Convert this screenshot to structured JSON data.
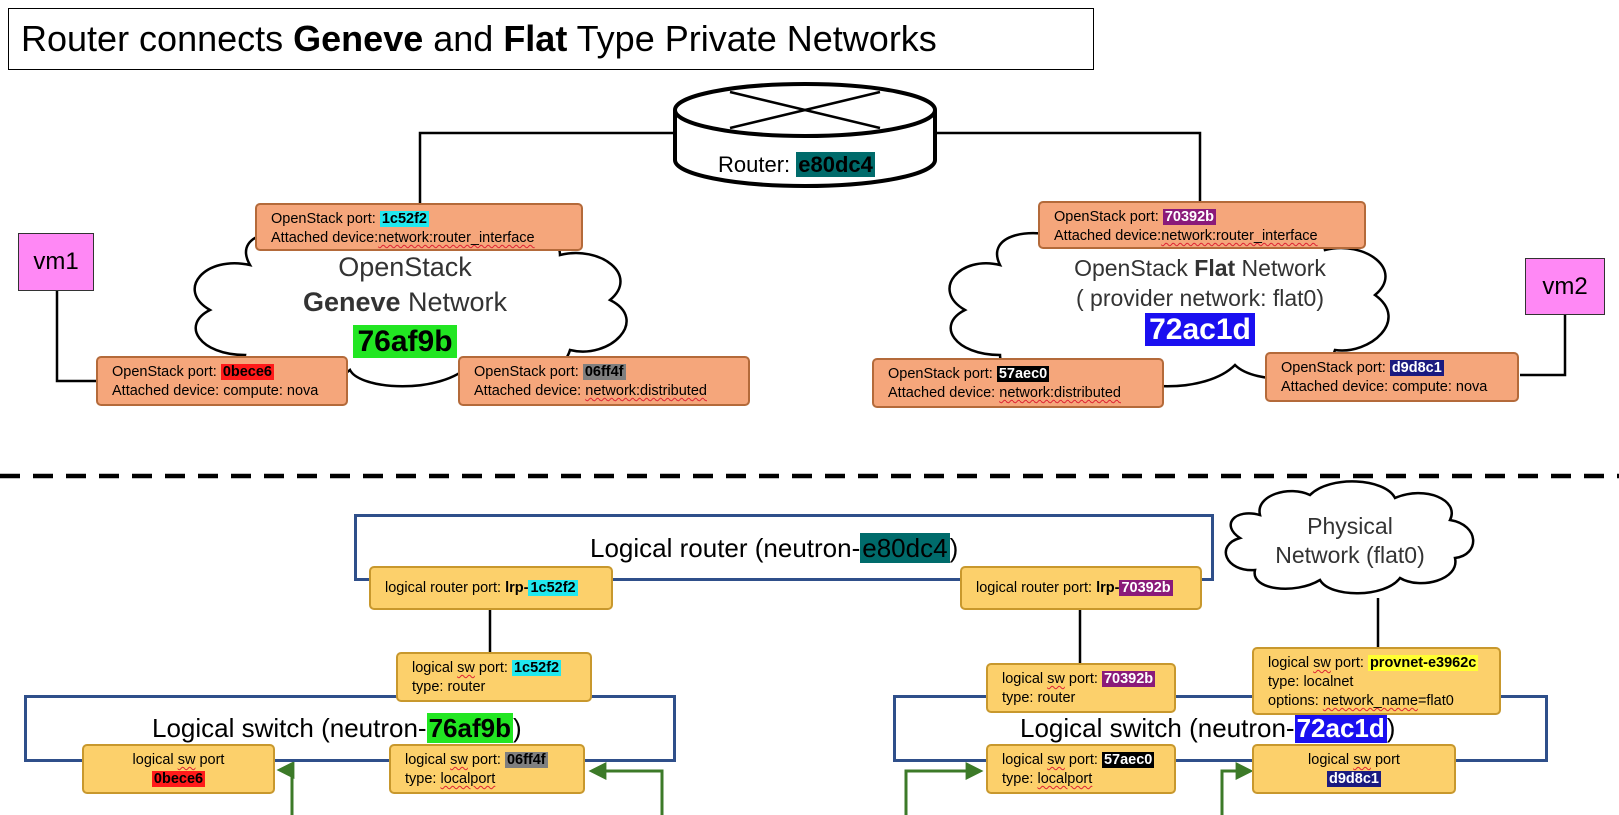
{
  "title": {
    "prefix": "Router connects ",
    "geneve": "Geneve",
    "and": " and ",
    "flat": "Flat",
    "suffix": " Type Private Networks"
  },
  "router": {
    "label": "Router: ",
    "id": "e80dc4",
    "id_color": "#006b6b"
  },
  "vms": {
    "vm1": "vm1",
    "vm2": "vm2"
  },
  "geneve_network": {
    "line1": "OpenStack",
    "line2_bold": "Geneve",
    "line2_rest": " Network",
    "id": "76af9b",
    "id_color": "#22e622"
  },
  "flat_network": {
    "line1_a": "OpenStack ",
    "line1_bold": "Flat",
    "line1_b": " Network",
    "line2": "( provider network: flat0)",
    "id": "72ac1d",
    "id_color": "#1a0ff0"
  },
  "openstack_ports": {
    "router_geneve": {
      "label": "OpenStack port: ",
      "id": "1c52f2",
      "dev_label": "Attached device:",
      "dev_value": "network:router_interface"
    },
    "router_flat": {
      "label": "OpenStack port: ",
      "id": "70392b",
      "dev_label": "Attached device:",
      "dev_value": "network:router_interface"
    },
    "vm1_port": {
      "label": "OpenStack port: ",
      "id": "0bece6",
      "dev_label": "Attached device: compute: nova"
    },
    "dist_geneve": {
      "label": "OpenStack port: ",
      "id": "06ff4f",
      "dev_label": "Attached device: ",
      "dev_value": "network:distributed"
    },
    "dist_flat": {
      "label": "OpenStack port: ",
      "id": "57aec0",
      "dev_label": "Attached device: ",
      "dev_value": "network:distributed"
    },
    "vm2_port": {
      "label": "OpenStack port: ",
      "id": "d9d8c1",
      "dev_label": "Attached device: compute: nova"
    }
  },
  "physical_network": {
    "line1": "Physical",
    "line2": "Network (flat0)"
  },
  "logical_router": {
    "prefix": "Logical router (neutron-",
    "id": "e80dc4",
    "suffix": ")"
  },
  "lrp": {
    "left": {
      "label": "logical router port: ",
      "bold": "lrp-",
      "id": "1c52f2"
    },
    "right": {
      "label": "logical router port: ",
      "bold": "lrp-",
      "id": "70392b"
    }
  },
  "logical_switch_left": {
    "prefix": "Logical switch (neutron-",
    "id": "76af9b",
    "suffix": ")"
  },
  "logical_switch_right": {
    "prefix": "Logical switch (neutron-",
    "id": "72ac1d",
    "suffix": ")"
  },
  "lsp": {
    "router_left": {
      "a": "logical ",
      "sq": "sw",
      "b": " port: ",
      "id": "1c52f2",
      "line2": "type: router"
    },
    "router_right": {
      "a": "logical ",
      "sq": "sw",
      "b": " port: ",
      "id": "70392b",
      "line2": "type: router"
    },
    "provnet": {
      "a": "logical ",
      "sq": "sw",
      "b": " port: ",
      "id": "provnet-e3962c",
      "line2": "type: localnet",
      "line3_a": "options: ",
      "line3_sq": "network_name",
      "line3_b": "=flat0"
    },
    "vm1": {
      "a": "logical ",
      "sq": "sw",
      "b": " port",
      "id": "0bece6"
    },
    "local_left": {
      "a": "logical ",
      "sq": "sw",
      "b": " port: ",
      "id": "06ff4f",
      "line2": "type: ",
      "line2_sq": "localport"
    },
    "local_right": {
      "a": "logical ",
      "sq": "sw",
      "b": " port: ",
      "id": "57aec0",
      "line2": "type: ",
      "line2_sq": "localport"
    },
    "vm2": {
      "a": "logical ",
      "sq": "sw",
      "b": " port",
      "id": "d9d8c1"
    }
  },
  "colors": {
    "cyan": "#21e8ef",
    "purple": "#8a1a7a",
    "red": "#ff1a1a",
    "gray": "#7f7f7f",
    "black": "#000000",
    "navy": "#1a1a80",
    "yellow": "#ffff33",
    "arrow_green": "#3c7a28",
    "frame_blue": "#2f4f8a"
  }
}
